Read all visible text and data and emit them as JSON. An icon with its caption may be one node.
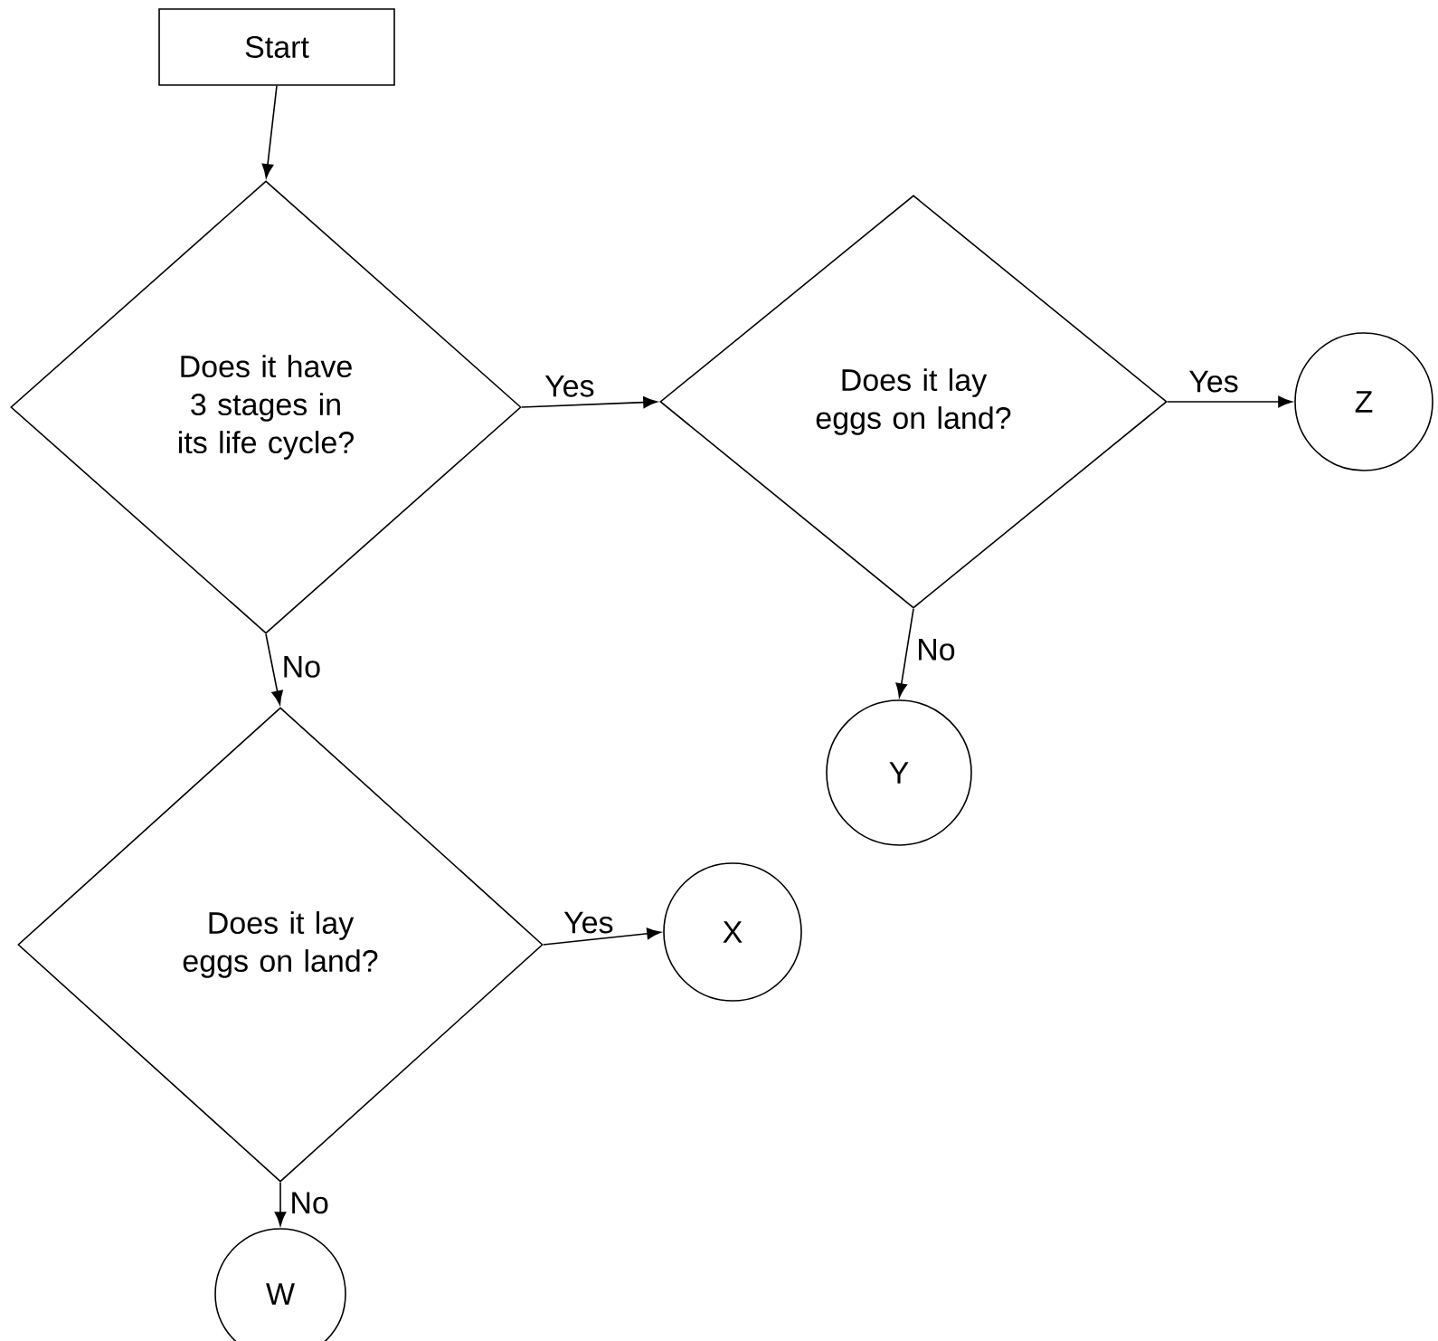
{
  "diagram": {
    "nodes": [
      {
        "text": [
          "Start"
        ]
      },
      {
        "text": [
          "Does it have 3 stages in its life cycle?"
        ]
      },
      {
        "text": [
          "Does it lay eggs on land?"
        ]
      },
      {
        "text": [
          "Z"
        ]
      },
      {
        "text": [
          "Y"
        ]
      },
      {
        "text": [
          "Does it lay eggs on land?"
        ]
      },
      {
        "text": [
          "X"
        ]
      },
      {
        "text": [
          "W"
        ]
      }
    ],
    "edges": [
      {
        "from": 0,
        "to": 1,
        "arrow": "to"
      },
      {
        "from": 1,
        "to": 2,
        "arrow": "to",
        "label": "Yes"
      },
      {
        "from": 2,
        "to": 3,
        "arrow": "to",
        "label": "Yes"
      },
      {
        "from": 2,
        "to": 4,
        "arrow": "to",
        "label": "No"
      },
      {
        "from": 1,
        "to": 5,
        "arrow": "to",
        "label": "No"
      },
      {
        "from": 5,
        "to": 6,
        "arrow": "to",
        "label": "Yes"
      },
      {
        "from": 5,
        "to": 7,
        "arrow": "to",
        "label": "No"
      }
    ]
  }
}
